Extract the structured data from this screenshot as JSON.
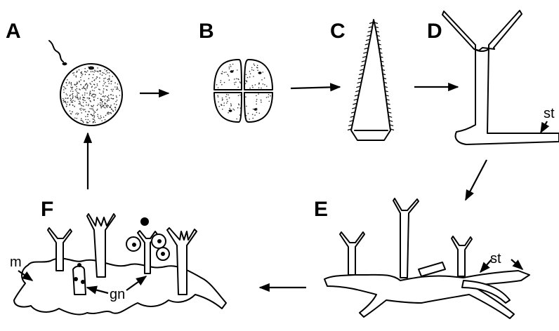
{
  "panels": {
    "a": "A",
    "b": "B",
    "c": "C",
    "d": "D",
    "e": "E",
    "f": "F"
  },
  "annotations": {
    "st_d": "st",
    "st_e": "st",
    "m": "m",
    "gn": "gn"
  }
}
